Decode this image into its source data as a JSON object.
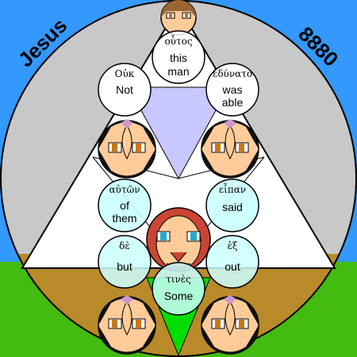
{
  "corner_labels": {
    "left": "Jesus",
    "right": "8880"
  },
  "words": {
    "houtos": {
      "greek": "οὗτος",
      "line1": "this",
      "line2": "man"
    },
    "ouk": {
      "greek": "Οὐκ",
      "line1": "Not",
      "line2": ""
    },
    "edunato": {
      "greek": "ἐδύνατο",
      "line1": "was",
      "line2": "able"
    },
    "auton": {
      "greek": "αὐτῶν",
      "line1": "of",
      "line2": "them"
    },
    "eipan": {
      "greek": "εἶπαν",
      "line1": "said",
      "line2": ""
    },
    "de": {
      "greek": "δὲ",
      "line1": "but",
      "line2": ""
    },
    "ex": {
      "greek": "ἐξ",
      "line1": "out",
      "line2": ""
    },
    "tines": {
      "greek": "τινὲς",
      "line1": "Some",
      "line2": ""
    }
  },
  "colors": {
    "background_circle": "#c8c8c8",
    "sky": "#3399ff",
    "grass": "#44bb11",
    "earth": "#b88a2a",
    "white_circle": "#ffffff",
    "cyan_circle": "#ccffff",
    "lavender": "#c8c8ff",
    "green_triangle": "#00dd00",
    "skin": "#ffcc99",
    "eyes_brown": "#cc7711",
    "eyes_blue": "#22aacc",
    "jesus_hair": "#cc4433"
  }
}
